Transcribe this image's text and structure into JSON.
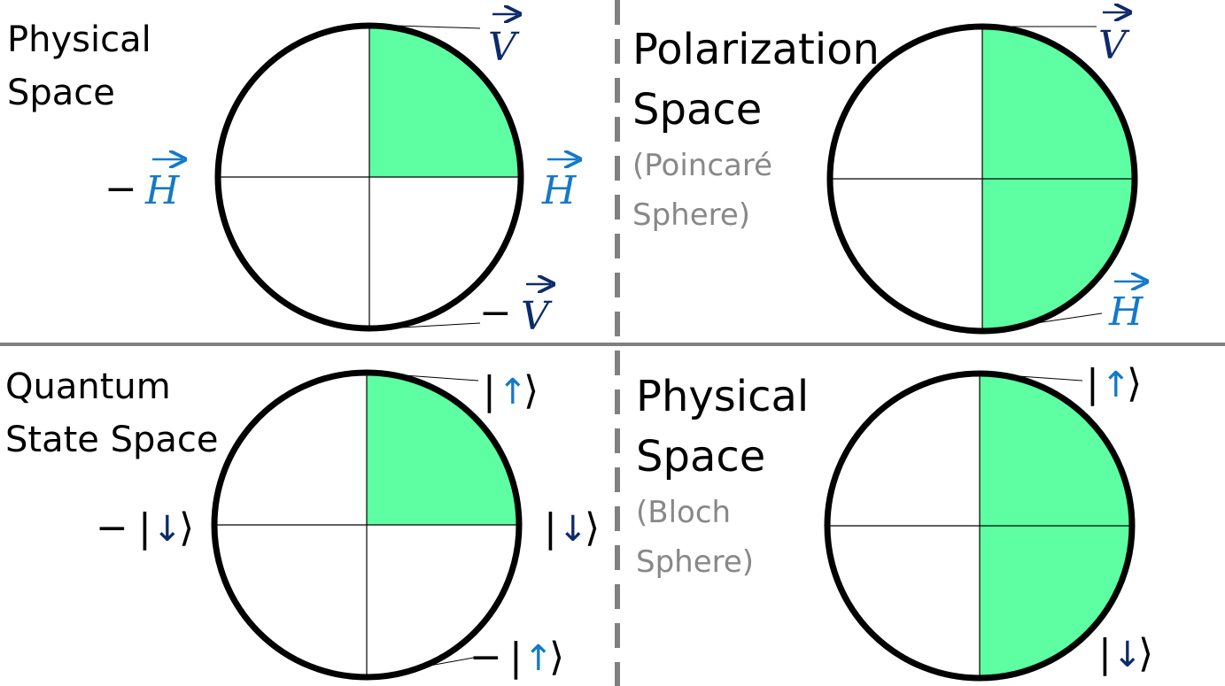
{
  "panels": {
    "top_left": {
      "title_line1": "Physical",
      "title_line2": "Space",
      "label_top": "V",
      "label_right": "H",
      "label_left": "H",
      "label_bottom": "V",
      "minus": "−"
    },
    "top_right": {
      "title_line1": "Polarization",
      "title_line2": "Space",
      "sub_line1": "(Poincaré",
      "sub_line2": "Sphere)",
      "label_top": "V",
      "label_bottom": "H"
    },
    "bottom_left": {
      "title_line1": "Quantum",
      "title_line2": "State Space",
      "label_top_arrow": "↑",
      "label_right_arrow": "↓",
      "label_left_arrow": "↓",
      "label_bottom_arrow": "↑",
      "bar": "|",
      "angle": "⟩",
      "minus": "−"
    },
    "bottom_right": {
      "title_line1": "Physical",
      "title_line2": "Space",
      "sub_line1": "(Bloch",
      "sub_line2": "Sphere)",
      "label_top_arrow": "↑",
      "label_bottom_arrow": "↓",
      "bar": "|",
      "angle": "⟩"
    }
  },
  "colors": {
    "fill": "#5dffa2",
    "dark_blue": "#0d2a6b",
    "light_blue": "#1479c9",
    "divider": "#808080",
    "sub_text": "#888888"
  }
}
